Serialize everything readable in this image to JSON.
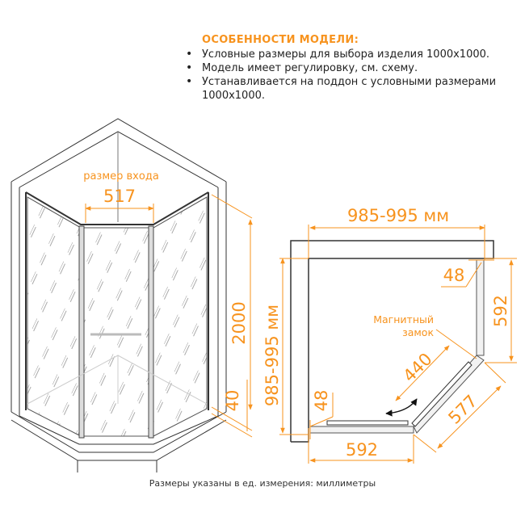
{
  "features": {
    "title": "ОСОБЕННОСТИ МОДЕЛИ:",
    "items": [
      "Условные размеры для выбора изделия 1000х1000.",
      "Модель имеет регулировку, см. схему.",
      "Устанавливается на поддон с условными размерами 1000х1000."
    ]
  },
  "perspective_view": {
    "entrance_label": "размер входа",
    "entrance_width": "517",
    "height": "2000",
    "tray_height": "40"
  },
  "plan_view": {
    "width_range": "985-995 мм",
    "depth_range": "985-995 мм",
    "wall_profile_top": "48",
    "wall_profile_left": "48",
    "side_length_right": "592",
    "side_length_bottom": "592",
    "diagonal_length": "577",
    "door_width": "440",
    "magnet_label_line1": "Магнитный",
    "magnet_label_line2": "замок"
  },
  "colors": {
    "accent": "#f7931e",
    "line": "#333333"
  },
  "footnote": "Размеры указаны в ед. измерения: миллиметры"
}
